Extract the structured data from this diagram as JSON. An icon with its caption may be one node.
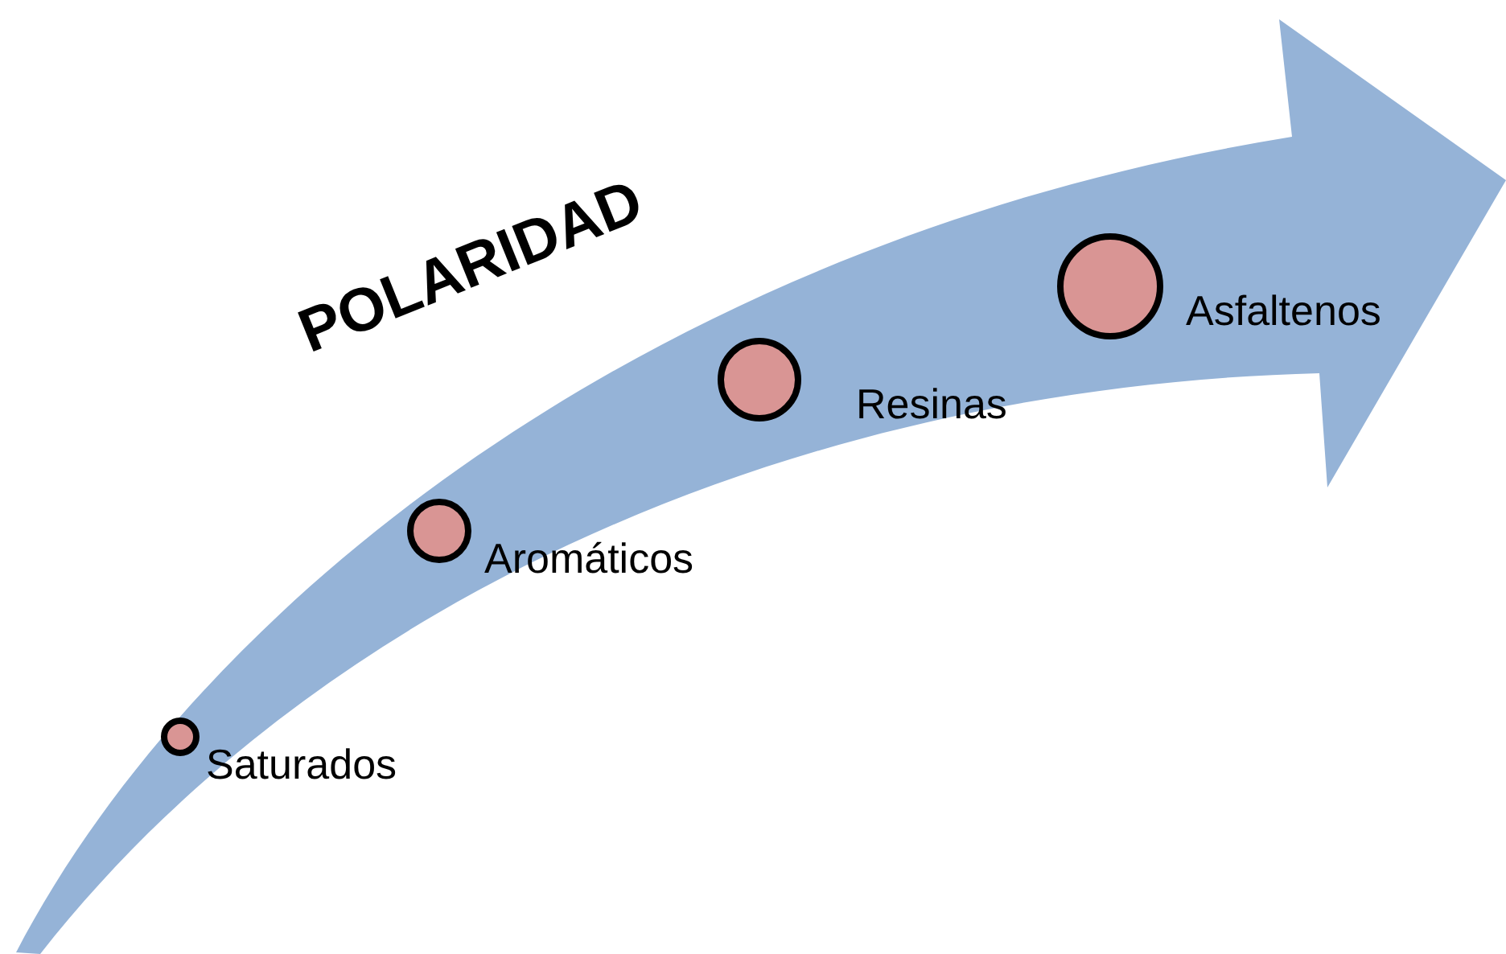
{
  "diagram": {
    "nodes": [
      {
        "text": [],
        "shape": "circle",
        "beside": [
          "Saturados"
        ]
      },
      {
        "text": [],
        "shape": "circle",
        "beside": [
          "Aromáticos"
        ]
      },
      {
        "text": [],
        "shape": "circle",
        "beside": [
          "Resinas"
        ]
      },
      {
        "text": [],
        "shape": "circle",
        "beside": [
          "Asfaltenos"
        ]
      }
    ],
    "edges": [],
    "labels": [
      "POLARIDAD"
    ]
  }
}
